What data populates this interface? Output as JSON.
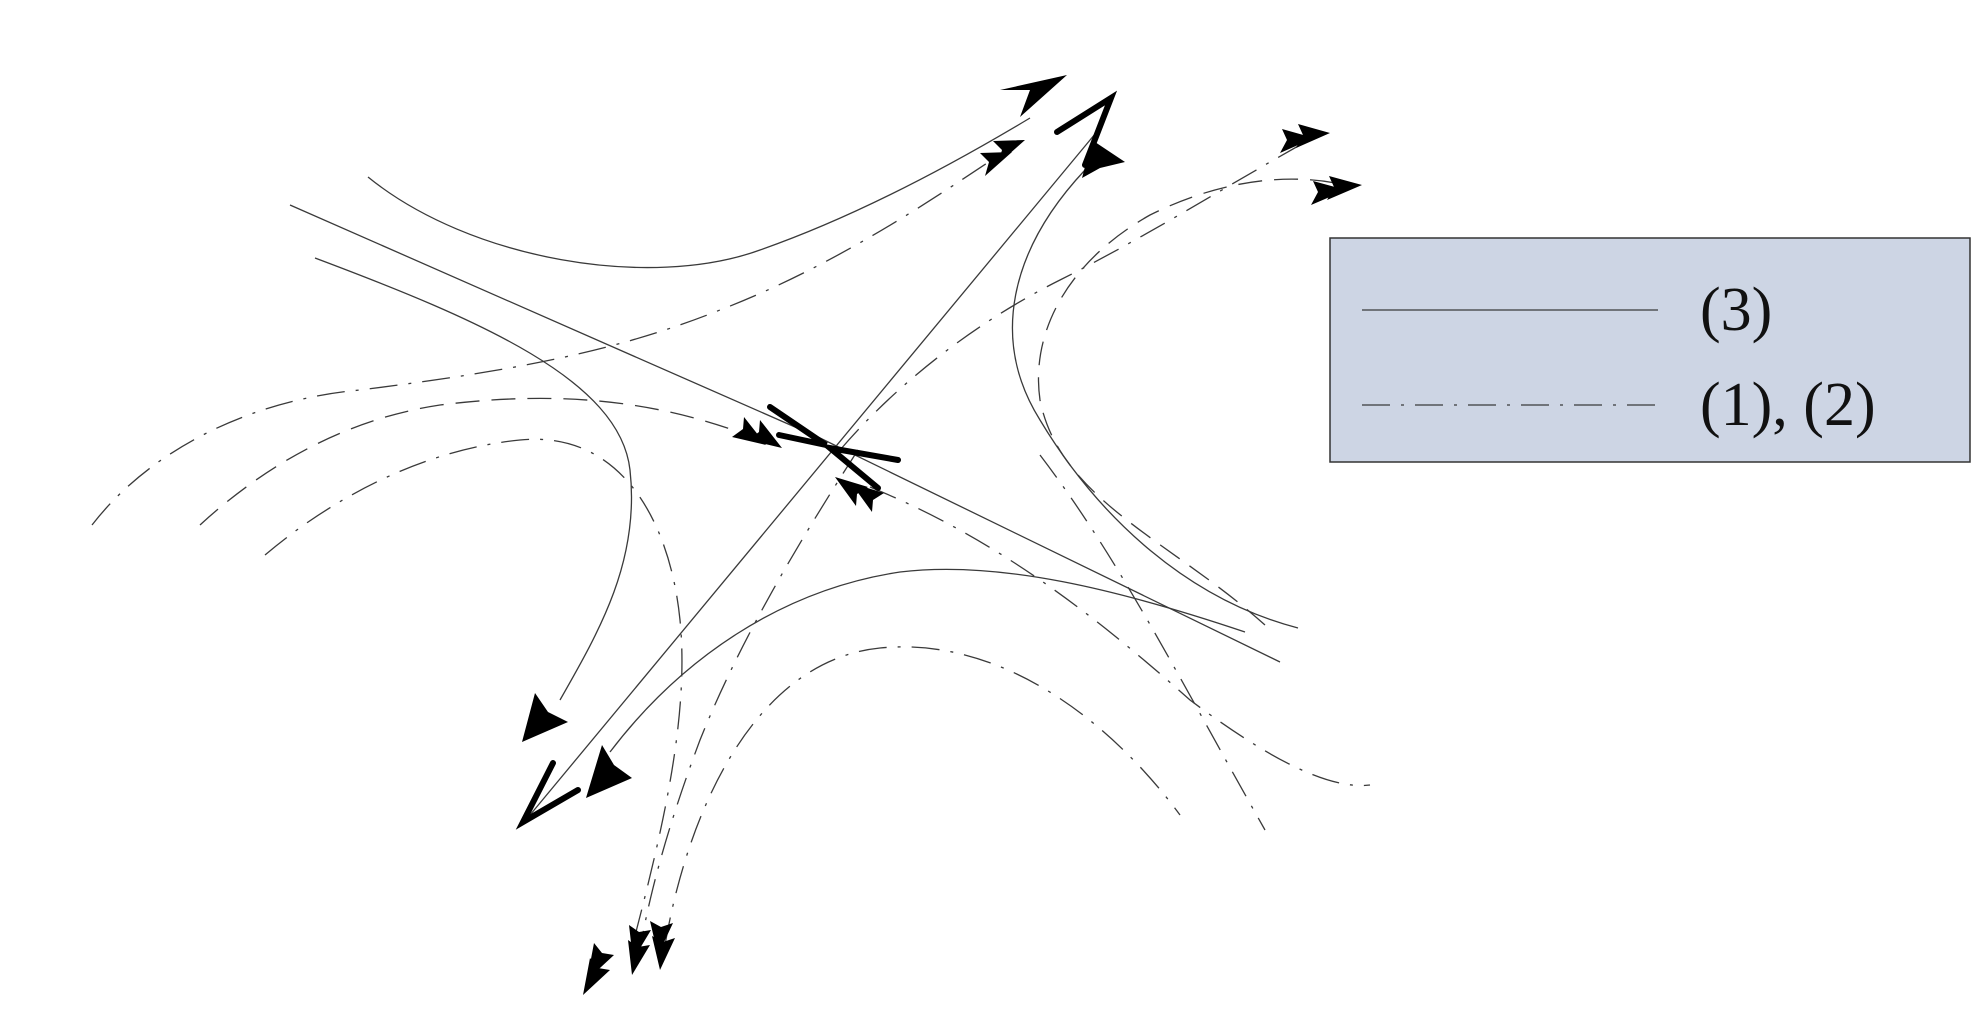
{
  "legend": {
    "items": [
      {
        "label": "(3)",
        "line_style": "solid"
      },
      {
        "label": "(1), (2)",
        "line_style": "dash-dot"
      }
    ],
    "background": "#cdd5e4",
    "border": "#333333"
  },
  "colors": {
    "stroke": "#3a3a3a",
    "arrowhead": "#000000"
  }
}
